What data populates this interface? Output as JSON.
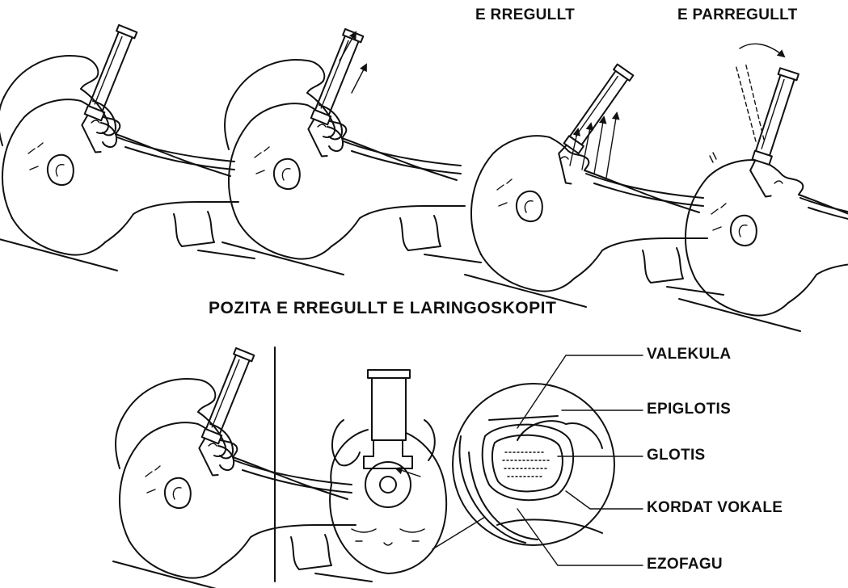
{
  "labels": {
    "correct": "E RREGULLT",
    "incorrect": "E PARREGULLT",
    "main_title": "POZITA E RREGULLT E LARINGOSKOPIT"
  },
  "anatomy_labels": [
    "VALEKULA",
    "EPIGLOTIS",
    "GLOTIS",
    "KORDAT VOKALE",
    "EZOFAGU"
  ]
}
